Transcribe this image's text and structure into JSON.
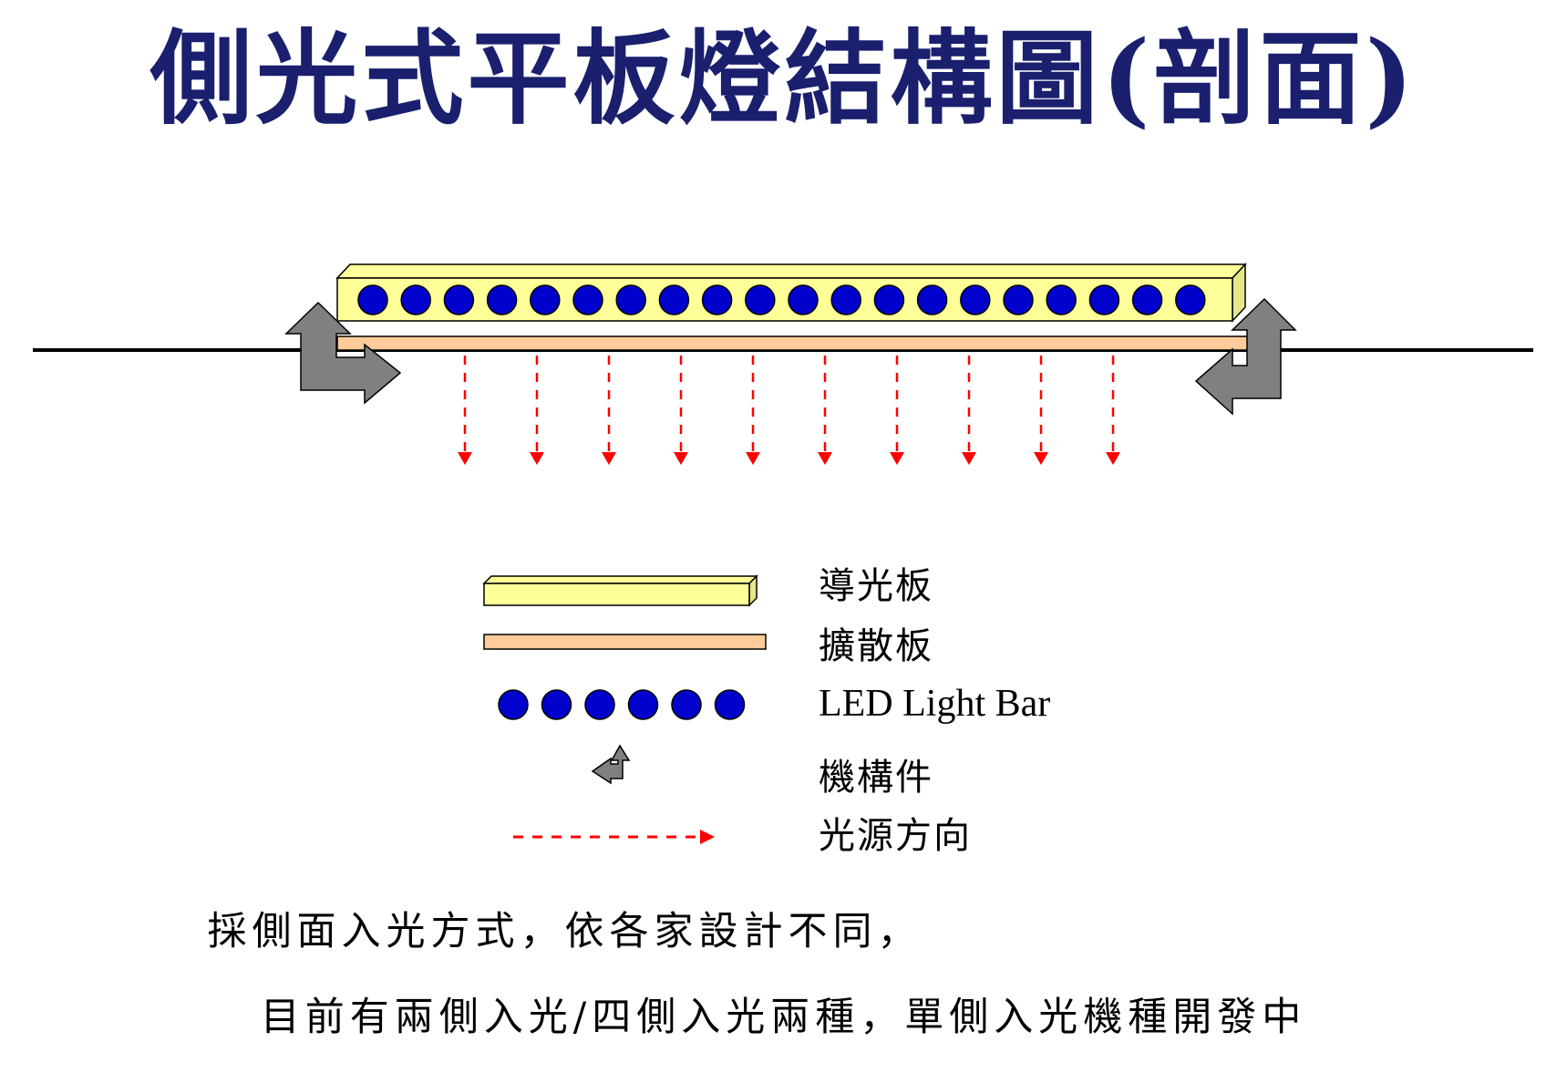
{
  "title": "側光式平板燈結構圖(剖面)",
  "legend": {
    "guide_plate": "導光板",
    "diffuser_plate": "擴散板",
    "led_light_bar": "LED Light Bar",
    "mechanical_part": "機構件",
    "light_direction": "光源方向"
  },
  "notes": {
    "line1": "採側面入光方式，依各家設計不同，",
    "line2": "目前有兩側入光/四側入光兩種，單側入光機種開發中"
  },
  "colors": {
    "title": "#1a1f6e",
    "guide_plate": "#ffff99",
    "diffuser_plate": "#ffcc99",
    "led": "#0000cc",
    "mechanical_part": "#808080",
    "light_arrow": "#ff0000"
  },
  "icons": [
    "led-dot-icon",
    "bent-arrow-icon",
    "dashed-arrow-icon"
  ]
}
